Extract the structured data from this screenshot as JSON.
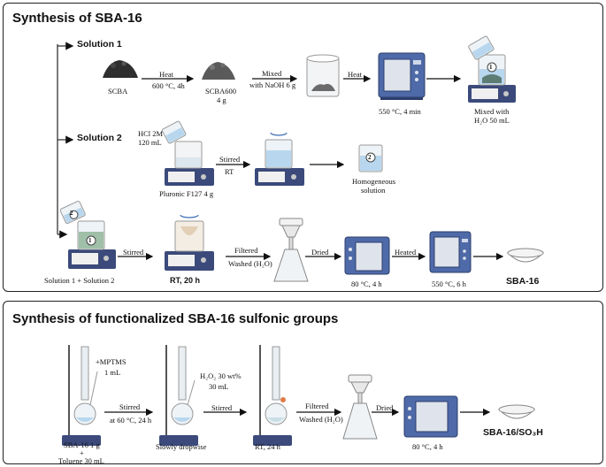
{
  "panel1": {
    "title": "Synthesis of SBA-16",
    "solution1": "Solution 1",
    "solution2": "Solution 2",
    "labels": {
      "scba": "SCBA",
      "heat1_a": "Heat",
      "heat1_b": "600 °C, 4h",
      "scba600_a": "SCBA600",
      "scba600_b": "4 g",
      "mixed_a": "Mixed",
      "mixed_b": "with NaOH 6 g",
      "heat2": "Heat",
      "oven1": "550 °C, 4 min",
      "mixedwater_a": "Mixed with",
      "mixedwater_b": "H₂O 50 mL",
      "hcl_a": "HCl 2M",
      "hcl_b": "120 mL",
      "pluronic": "Pluronic F127 4 g",
      "stirred1_a": "Stirred",
      "stirred1_b": "RT",
      "homog_a": "Homogeneous",
      "homog_b": "solution",
      "sol12": "Solution 1 + Solution 2",
      "stirred2": "Stirred",
      "rt20": "RT, 20 h",
      "filtered": "Filtered",
      "washed": "Washed (H₂O)",
      "dried": "Dried",
      "oven2": "80 °C, 4 h",
      "heated": "Heated",
      "oven3": "550 °C, 6 h",
      "product": "SBA-16",
      "badge1": "1",
      "badge2": "2"
    }
  },
  "panel2": {
    "title": "Synthesis of functionalized SBA-16 sulfonic groups",
    "labels": {
      "mptms_a": "+MPTMS",
      "mptms_b": "1 mL",
      "sba_a": "SBA-16 1 g",
      "sba_b": "+",
      "sba_c": "Toluene 30 mL",
      "stirred3_a": "Stirred",
      "stirred3_b": "at 60 °C, 24 h",
      "h2o2_a": "H₂O₂ 30 wt%",
      "h2o2_b": "30 mL",
      "dropwise": "Slowly dropwise",
      "stirred4": "Stirred",
      "rt24": "RT, 24 h",
      "filtered": "Filtered",
      "washed": "Washed (H₂O)",
      "dried": "Dried",
      "oven4": "80 °C, 4 h",
      "product": "SBA-16/SO₃H"
    }
  },
  "colors": {
    "stirrer_base": "#3b4a7a",
    "oven_body": "#4f6aa8",
    "liquid": "#b8d7ee",
    "ash": "#333333"
  }
}
